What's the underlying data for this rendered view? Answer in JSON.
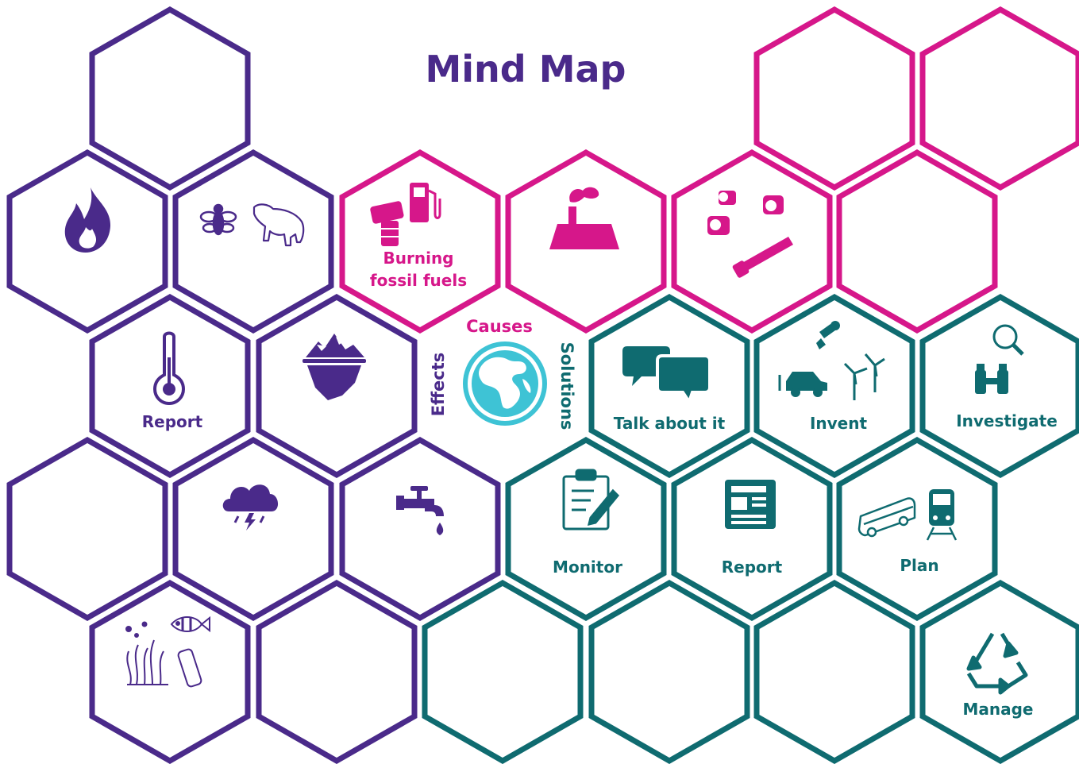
{
  "title": "Mind Map",
  "colors": {
    "effects": "#4a2a8a",
    "causes": "#d6178a",
    "solutions": "#0f6b70",
    "globe_light": "#3ec3d5",
    "white": "#ffffff"
  },
  "center": {
    "causes_label": "Causes",
    "effects_label": "Effects",
    "solutions_label": "Solutions",
    "globe_icon": "globe-icon"
  },
  "effects": {
    "thermometer_label": "Report",
    "icons": [
      "fire-icon",
      "bee-icon",
      "polar-bear-icon",
      "thermometer-icon",
      "melting-iceberg-icon",
      "storm-cloud-icon",
      "dripping-tap-icon",
      "ocean-plastic-icon"
    ]
  },
  "causes": {
    "fuel_label": "Burning\nfossil fuels",
    "fuel_label_line1": "Burning",
    "fuel_label_line2": "fossil fuels",
    "icons": [
      "oil-barrel-icon",
      "fuel-pump-icon",
      "factory-icon",
      "tree-stumps-icon",
      "saw-icon"
    ]
  },
  "solutions": {
    "talk_label": "Talk about it",
    "invent_label": "Invent",
    "investigate_label": "Investigate",
    "monitor_label": "Monitor",
    "report_label": "Report",
    "plan_label": "Plan",
    "manage_label": "Manage",
    "icons": [
      "speech-bubbles-icon",
      "light-bulb-icon",
      "electric-car-icon",
      "wind-turbine-icon",
      "magnifier-icon",
      "binoculars-icon",
      "clipboard-icon",
      "newspaper-icon",
      "bus-icon",
      "train-icon",
      "recycle-icon"
    ]
  }
}
